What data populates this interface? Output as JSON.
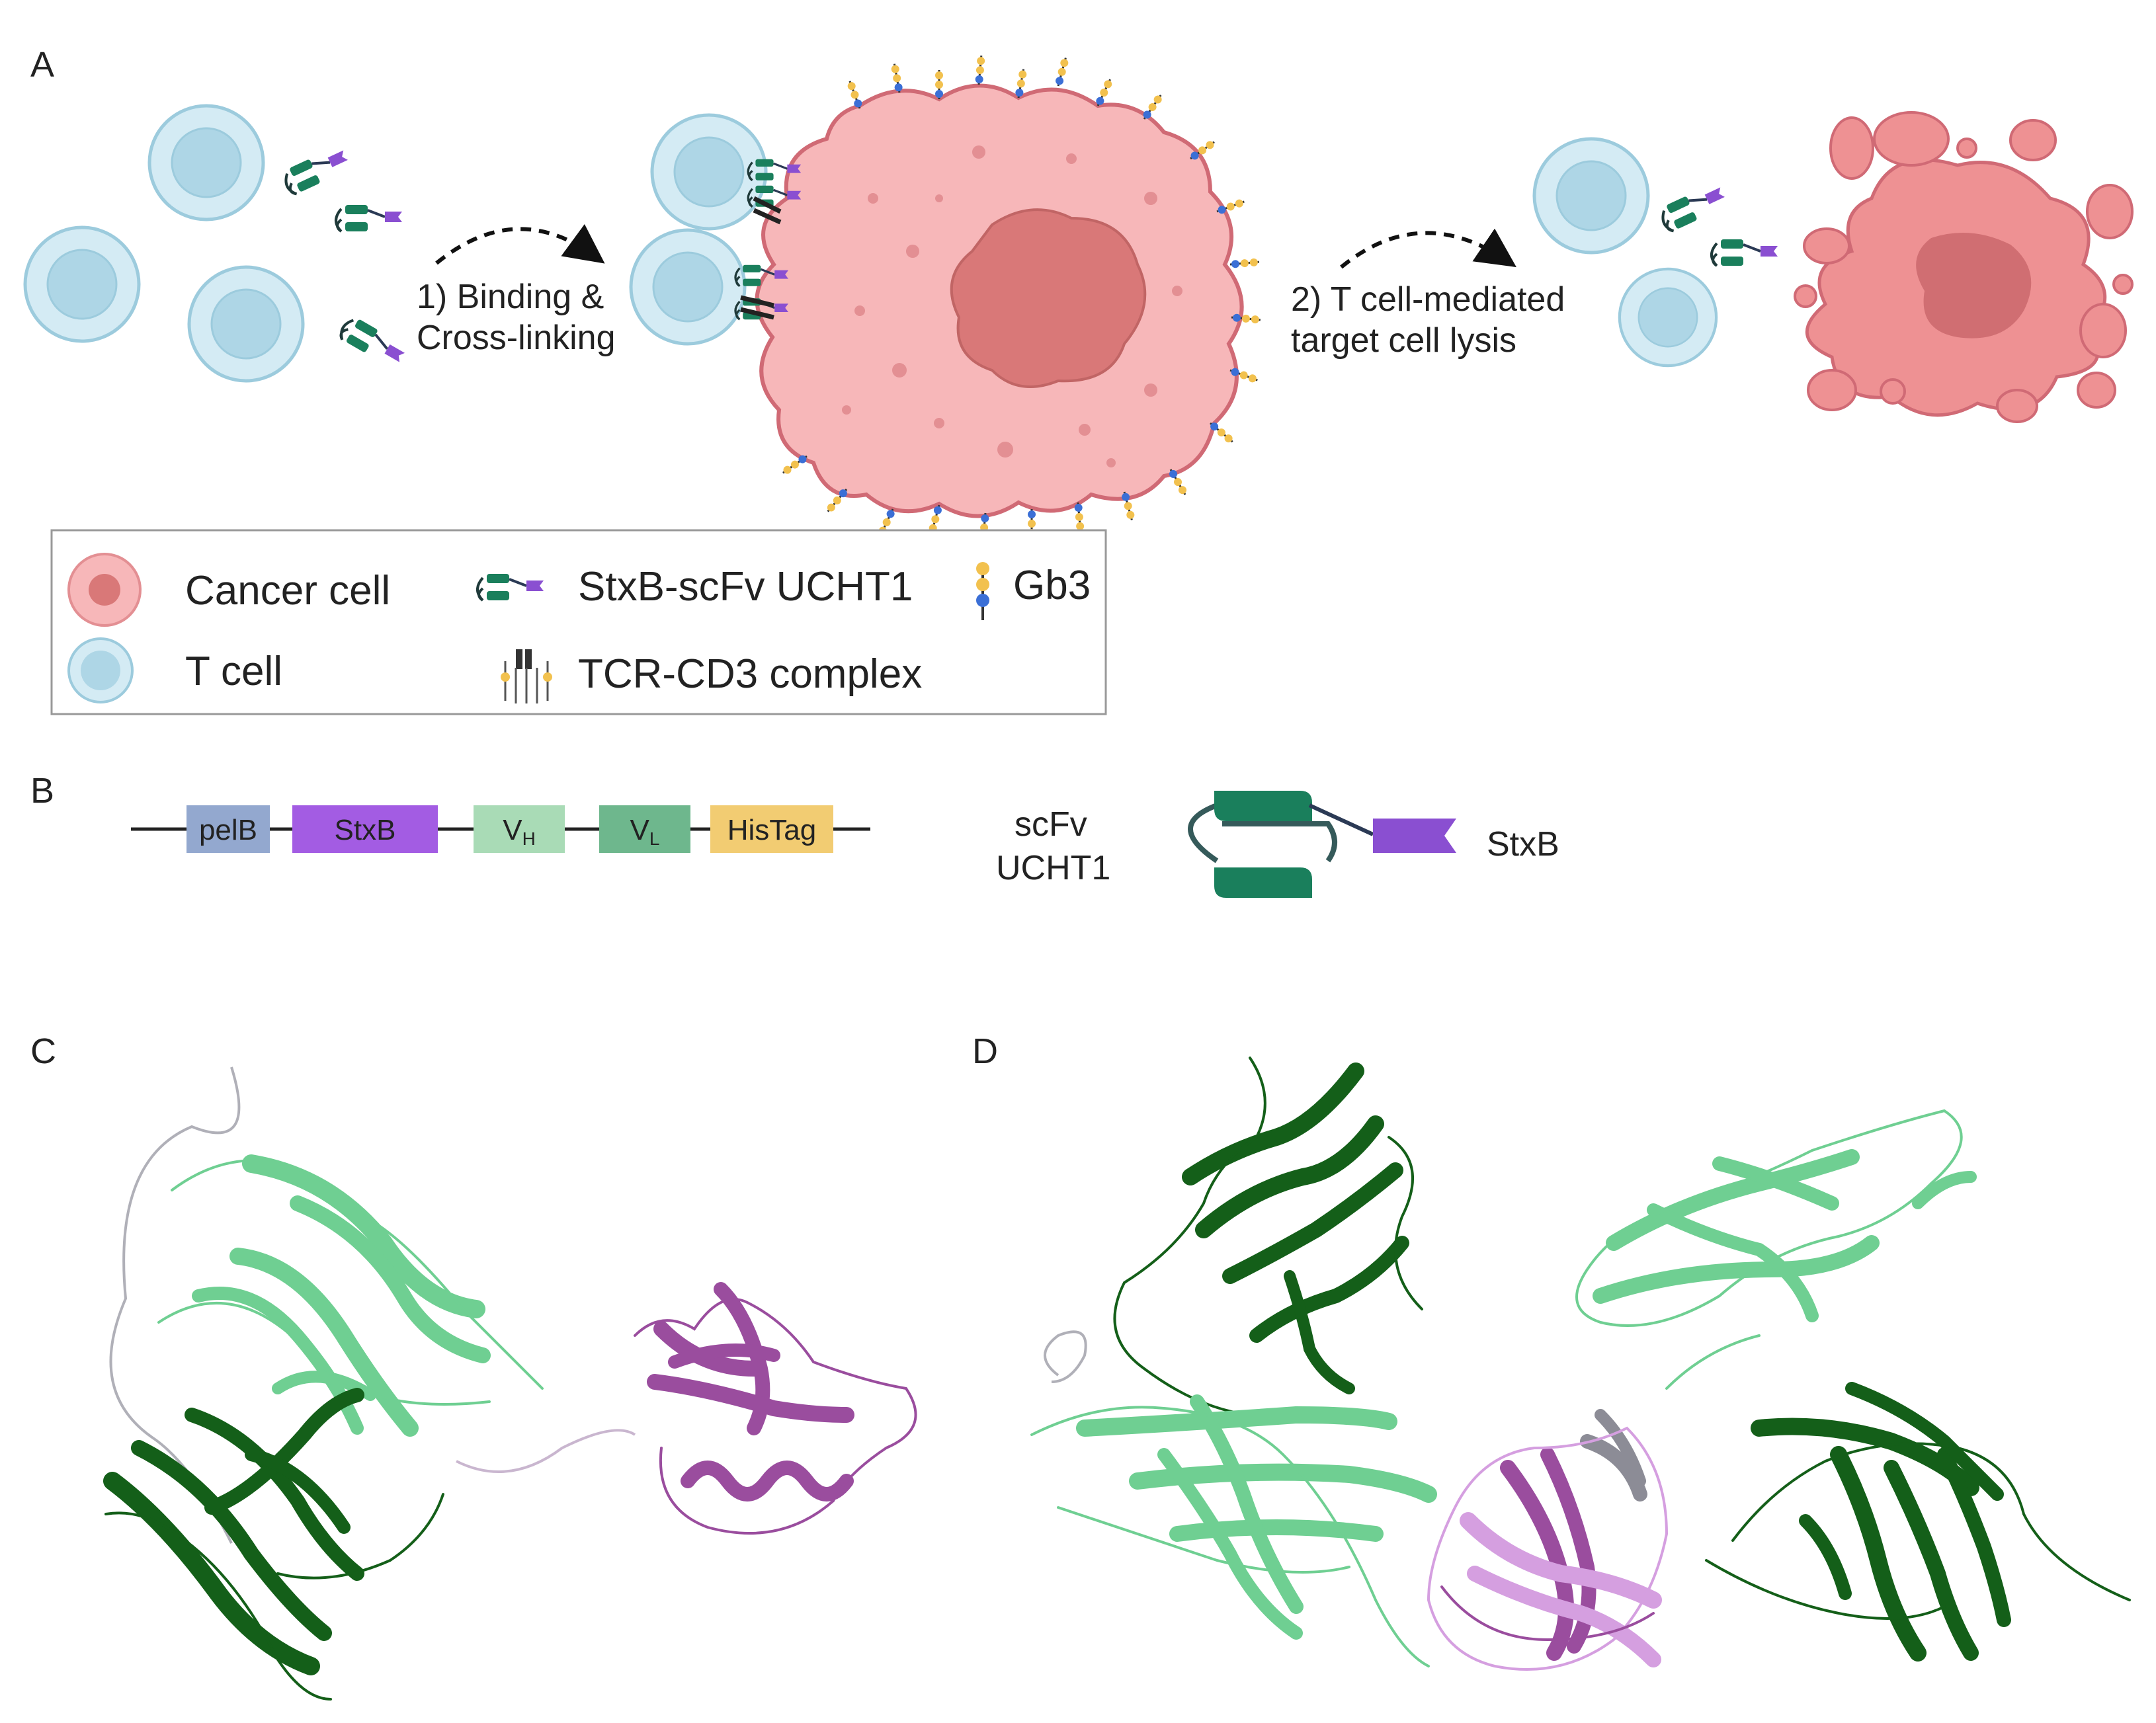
{
  "panels": {
    "a": "A",
    "b": "B",
    "c": "C",
    "d": "D"
  },
  "panel_a": {
    "step1_line1": "1) Binding &",
    "step1_line2": "Cross-linking",
    "step2_line1": "2) T cell-mediated",
    "step2_line2": "target cell lysis"
  },
  "legend": {
    "cancer_cell": "Cancer cell",
    "t_cell": "T cell",
    "stxb_scfv": "StxB-scFv UCHT1",
    "tcr_cd3": "TCR-CD3 complex",
    "gb3": "Gb3"
  },
  "panel_b": {
    "segments": [
      {
        "label": "pelB",
        "sub": "",
        "color": "#93a8cf"
      },
      {
        "label": "StxB",
        "sub": "",
        "color": "#a35ce3"
      },
      {
        "label": "V",
        "sub": "H",
        "color": "#a9dbb6"
      },
      {
        "label": "V",
        "sub": "L",
        "color": "#6eb78d"
      },
      {
        "label": "HisTag",
        "sub": "",
        "color": "#f2cc72"
      }
    ],
    "scfv_line1": "scFv",
    "scfv_line2": "UCHT1",
    "stxb": "StxB"
  },
  "colors": {
    "t_cell_outer": "#d4ebf4",
    "t_cell_inner": "#aed6e6",
    "t_cell_stroke": "#9ccbdd",
    "cancer": "#f7b7b9",
    "cancer_stroke": "#d06a75",
    "cancer_nucleus": "#d97878",
    "lysed": "#ee9193",
    "scfv_green": "#1a7f5c",
    "stxb_purple": "#8a4fd1",
    "gb3_yellow": "#f2c14e",
    "gb3_blue": "#3b6fd6",
    "structure_dark_green": "#145f19",
    "structure_light_green": "#6fcf92",
    "structure_purple": "#9a4d9e",
    "structure_light_purple": "#d59fe0"
  }
}
